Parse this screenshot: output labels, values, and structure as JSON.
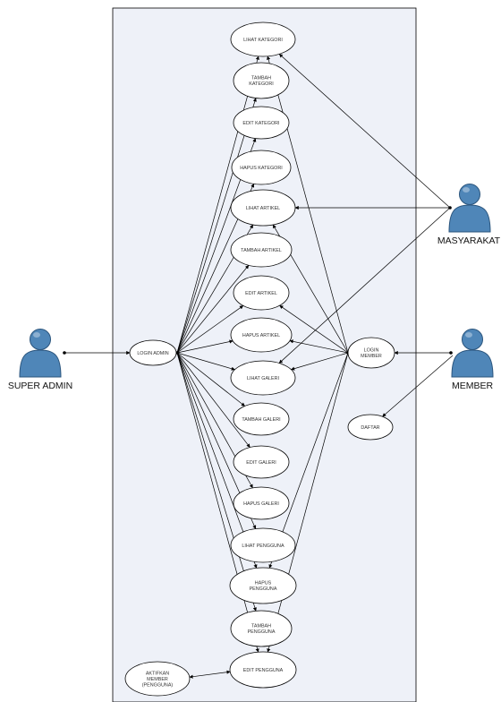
{
  "colors": {
    "boundary_fill": "#eef1f8",
    "boundary_stroke": "#000000",
    "usecase_fill": "#ffffff",
    "usecase_stroke": "#000000",
    "line": "#000000",
    "actor_fill": "#4f86b8",
    "actor_stroke": "#2b557d"
  },
  "actors": {
    "super_admin": {
      "label": "SUPER ADMIN",
      "icon": "user-icon"
    },
    "masyarakat": {
      "label": "MASYARAKAT",
      "icon": "user-icon"
    },
    "member": {
      "label": "MEMBER",
      "icon": "user-icon"
    }
  },
  "usecases": {
    "lihat_kategori": [
      "LIHAT KATEGORI"
    ],
    "tambah_kategori": [
      "TAMBAH",
      "KATEGORI"
    ],
    "edit_kategori": [
      "EDIT KATEGORI"
    ],
    "hapus_kategori": [
      "HAPUS KATEGORI"
    ],
    "lihat_artikel": [
      "LIHAT ARTIKEL"
    ],
    "tambah_artikel": [
      "TAMBAH ARTIKEL"
    ],
    "edit_artikel": [
      "EDIT ARTIKEL"
    ],
    "hapus_artikel": [
      "HAPUS ARTIKEL"
    ],
    "lihat_galeri": [
      "LIHAT GALERI"
    ],
    "tambah_galeri": [
      "TAMBAH GALERI"
    ],
    "edit_galeri": [
      "EDIT GALERI"
    ],
    "hapus_galeri": [
      "HAPUS GALERI"
    ],
    "lihat_pengguna": [
      "LIHAT PENGGUNA"
    ],
    "hapus_pengguna": [
      "HAPUS",
      "PENGGUNA"
    ],
    "tambah_pengguna": [
      "TAMBAH",
      "PENGGUNA"
    ],
    "edit_pengguna": [
      "EDIT PENGGUNA"
    ],
    "login_admin": [
      "LOGIN ADMIN"
    ],
    "login_member": [
      "LOGIN",
      "MEMBER"
    ],
    "daftar": [
      "DAFTAR"
    ],
    "aktifkan_member": [
      "AKTIFKAN",
      "MEMBER",
      "(PENGGUNA)"
    ]
  }
}
